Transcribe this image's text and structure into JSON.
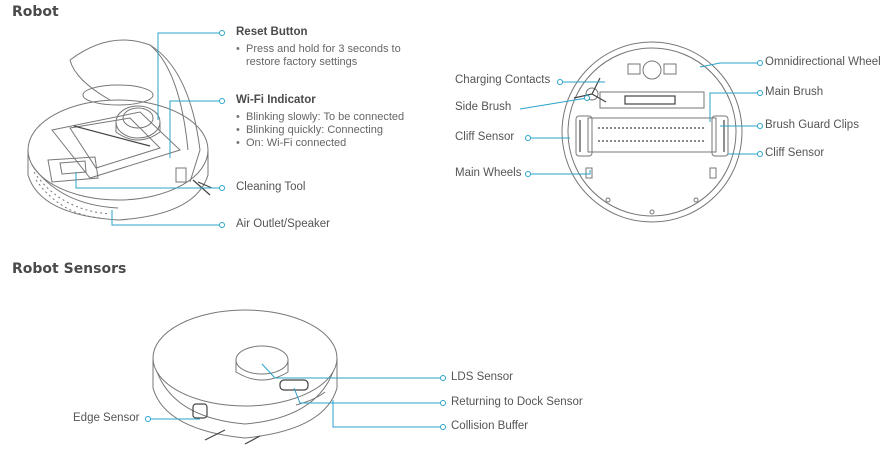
{
  "sections": {
    "robot": "Robot",
    "sensors": "Robot Sensors"
  },
  "top_left": {
    "reset_title": "Reset Button",
    "reset_desc": [
      "Press and hold for 3 seconds to",
      "restore factory settings"
    ],
    "wifi_title": "Wi-Fi Indicator",
    "wifi_items": [
      "Blinking slowly: To be connected",
      "Blinking quickly: Connecting",
      "On: Wi-Fi connected"
    ],
    "cleaning_tool": "Cleaning Tool",
    "air_outlet": "Air Outlet/Speaker"
  },
  "top_right": {
    "charging_contacts": "Charging Contacts",
    "side_brush": "Side Brush",
    "cliff_sensor_left": "Cliff Sensor",
    "main_wheels": "Main Wheels",
    "omni_wheel": "Omnidirectional Wheel",
    "main_brush": "Main Brush",
    "brush_guard": "Brush Guard Clips",
    "cliff_sensor_right": "Cliff Sensor"
  },
  "bottom": {
    "edge_sensor": "Edge Sensor",
    "lds_sensor": "LDS Sensor",
    "dock_sensor": "Returning to Dock Sensor",
    "collision_buffer": "Collision Buffer"
  }
}
